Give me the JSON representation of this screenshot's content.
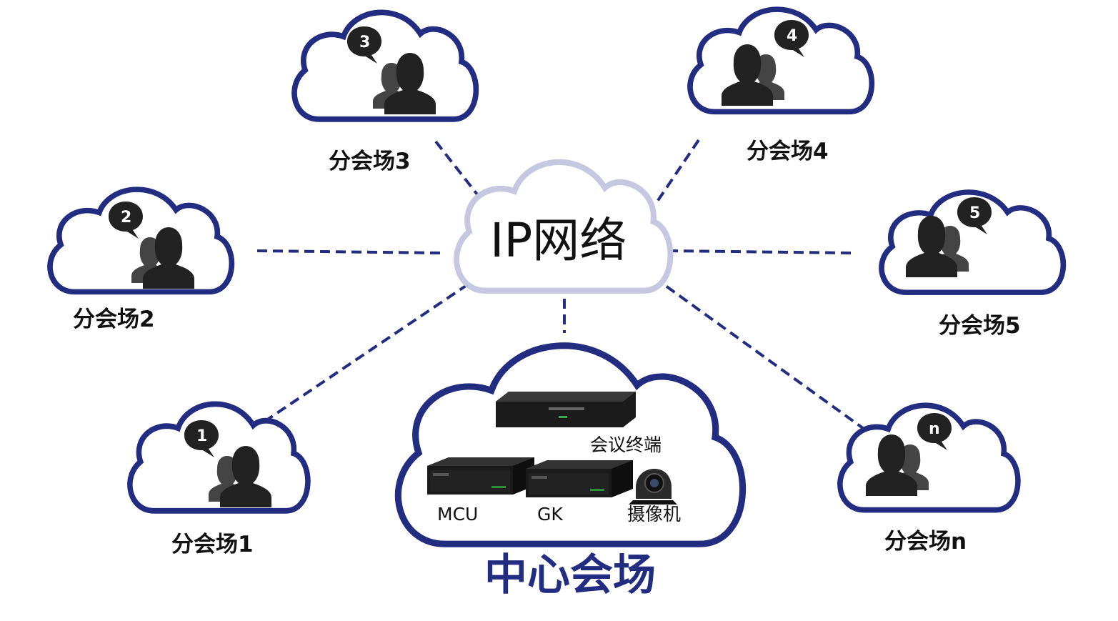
{
  "network": {
    "label": "IP网络"
  },
  "center": {
    "title": "中心会场",
    "devices": {
      "terminal": "会议终端",
      "mcu": "MCU",
      "gk": "GK",
      "camera": "摄像机"
    }
  },
  "sites": [
    {
      "id": "1",
      "label": "分会场1",
      "badge": "1"
    },
    {
      "id": "2",
      "label": "分会场2",
      "badge": "2"
    },
    {
      "id": "3",
      "label": "分会场3",
      "badge": "3"
    },
    {
      "id": "4",
      "label": "分会场4",
      "badge": "4"
    },
    {
      "id": "5",
      "label": "分会场5",
      "badge": "5"
    },
    {
      "id": "n",
      "label": "分会场n",
      "badge": "n"
    }
  ],
  "colors": {
    "cloud_outline": "#222c80",
    "network_cloud_outline": "#c5c8e0",
    "connector": "#222c80",
    "people": "#222222"
  },
  "icons": {
    "site": "people-icon",
    "bubble": "speech-bubble-icon",
    "devices": [
      "server-icon",
      "camera-icon"
    ]
  }
}
